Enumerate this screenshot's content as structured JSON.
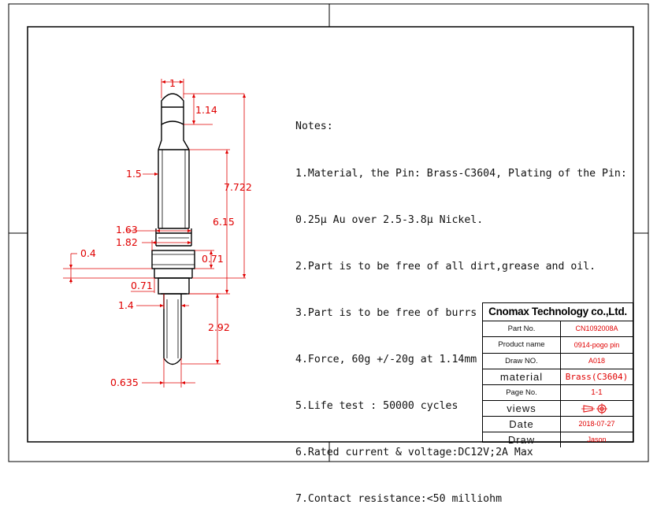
{
  "drawing": {
    "dimensions": {
      "top_width": "1",
      "tip_length": "1.14",
      "total_length": "7.722",
      "body_diameter": "1.5",
      "barrel_length": "6.15",
      "groove_diameter": "1.63",
      "collar_diameter": "1.82",
      "collar_thickness": "0.4",
      "collar_height": "0.71",
      "lower_step_height": "0.71",
      "tail_diameter_upper": "1.4",
      "tail_length": "2.92",
      "tail_diameter": "0.635"
    }
  },
  "notes": {
    "title": "Notes:",
    "lines": [
      "1.Material, the Pin: Brass-C3604, Plating of the Pin:",
      "0.25μ Au over 2.5-3.8μ Nickel.",
      "2.Part is to be free of all dirt,grease and oil.",
      "3.Part is to be free of burrs",
      "4.Force, 60g +/-20g at 1.14mm",
      "5.Life test : 50000 cycles",
      "6.Rated current & voltage:DC12V;2A Max",
      "7.Contact resistance:<50 milliohm"
    ]
  },
  "title_block": {
    "company": "Cnomax Technology co.,Ltd.",
    "rows": [
      {
        "label": "Part No.",
        "value": "CN1092008A"
      },
      {
        "label": "Product name",
        "value": "0914-pogo pin"
      },
      {
        "label": "Draw NO.",
        "value": "A018"
      },
      {
        "label": "material",
        "value": "Brass(C3604)"
      },
      {
        "label": "Page No.",
        "value": "1-1"
      },
      {
        "label": "views",
        "value": ""
      },
      {
        "label": "Date",
        "value": "2018-07-27"
      },
      {
        "label": "Draw",
        "value": "Jason"
      }
    ]
  },
  "colors": {
    "line": "#000000",
    "dimension": "#e00000"
  }
}
